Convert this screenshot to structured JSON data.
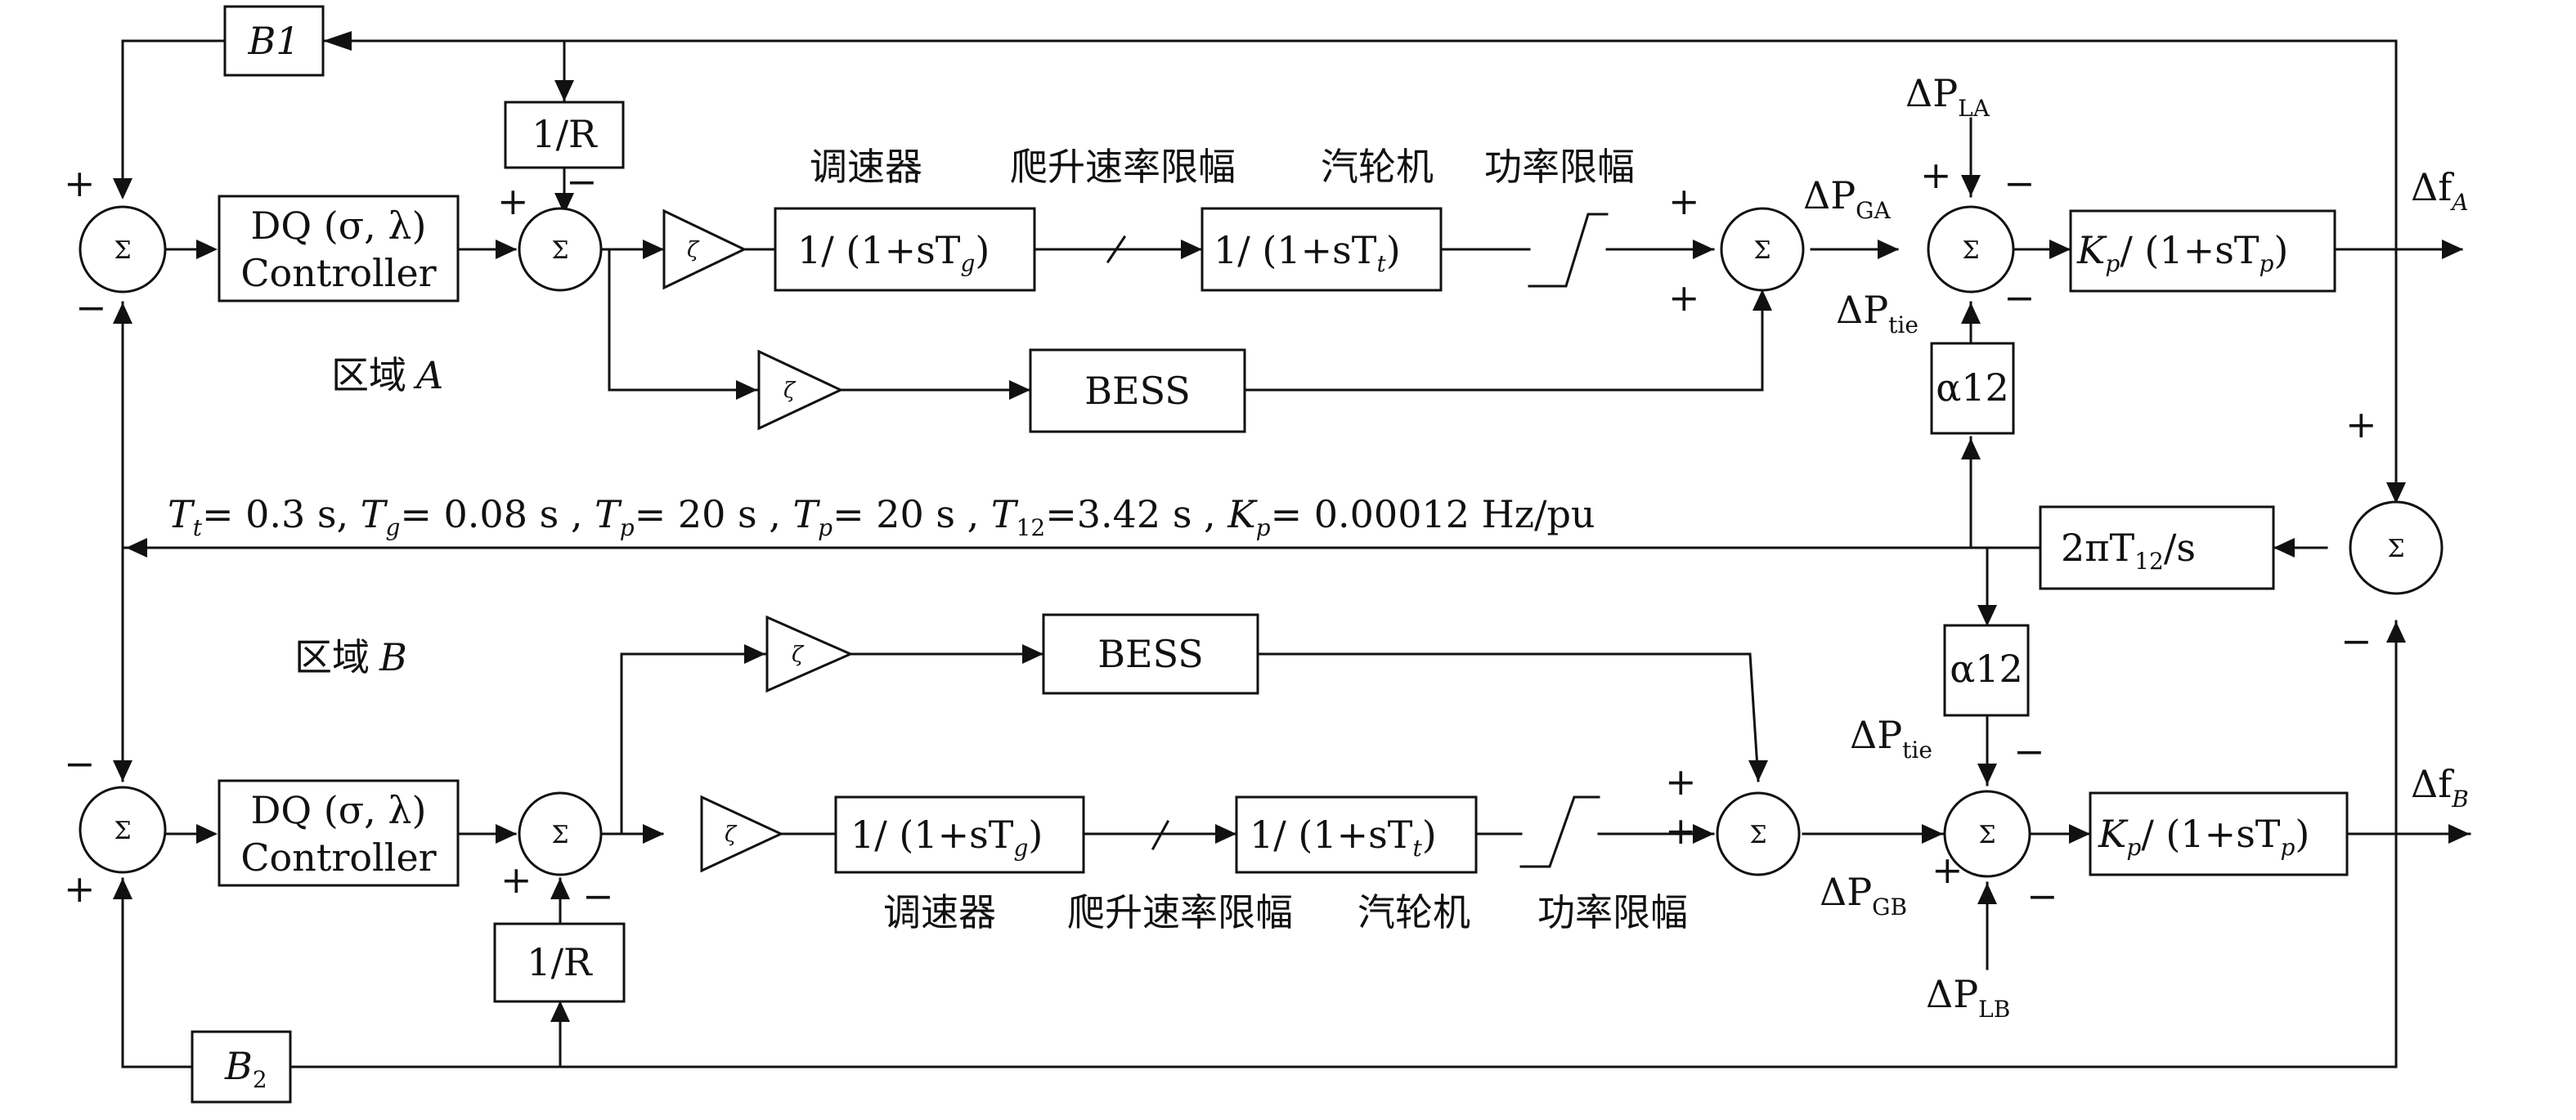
{
  "gain_blocks": {
    "b1": "B1",
    "b2_base": "B",
    "b2_sub": "2",
    "r_top": "1/R",
    "r_bottom": "1/R",
    "alpha_top": "α12",
    "alpha_bottom": "α12",
    "sync_main": "2πT",
    "sync_sub": "12",
    "sync_tail": "/s"
  },
  "controllers": {
    "a_line1": "DQ (σ, λ)",
    "a_line2": "Controller",
    "b_line1": "DQ (σ, λ)",
    "b_line2": "Controller"
  },
  "sum_symbol": "Σ",
  "amp_symbol": "ζ",
  "area_a": {
    "label": "区域",
    "letter": "A",
    "governor_tf": "1/ (1+sT",
    "governor_sub": "g",
    "turbine_tf": "1/ (1+sT",
    "turbine_sub": "t",
    "bess": "BESS",
    "power_system_tf_k": "K",
    "power_system_tf_ksub": "p",
    "power_system_tf_rest": "/ (1+sT",
    "power_system_tf_tsub": "p",
    "caption_governor": "调速器",
    "caption_ramp": "爬升速率限幅",
    "caption_turbine": "汽轮机",
    "caption_power": "功率限幅",
    "delta_p_load": "ΔP",
    "delta_p_load_sub": "LA",
    "delta_p_gen": "ΔP",
    "delta_p_gen_sub": "GA",
    "delta_p_tie": "ΔP",
    "delta_p_tie_sub": "tie",
    "output": "Δf",
    "output_sub": "A"
  },
  "area_b": {
    "label": "区域",
    "letter": "B",
    "governor_tf": "1/ (1+sT",
    "governor_sub": "g",
    "turbine_tf": "1/ (1+sT",
    "turbine_sub": "t",
    "bess": "BESS",
    "power_system_tf_k": "K",
    "power_system_tf_ksub": "p",
    "power_system_tf_rest": "/ (1+sT",
    "power_system_tf_tsub": "p",
    "caption_governor": "调速器",
    "caption_ramp": "爬升速率限幅",
    "caption_turbine": "汽轮机",
    "caption_power": "功率限幅",
    "delta_p_load": "ΔP",
    "delta_p_load_sub": "LB",
    "delta_p_gen": "ΔP",
    "delta_p_gen_sub": "GB",
    "delta_p_tie": "ΔP",
    "delta_p_tie_sub": "tie",
    "output": "Δf",
    "output_sub": "B"
  },
  "parameters": {
    "tt_sym": "T",
    "tt_sub": "t",
    "tt_val": "= 0.3 s,",
    "tg_sym": "T",
    "tg_sub": "g",
    "tg_val": "= 0.08 s ,",
    "tp1_sym": "T",
    "tp1_sub": "p",
    "tp1_val": "= 20 s ,",
    "tp2_sym": "T",
    "tp2_sub": "p",
    "tp2_val": "= 20 s ,",
    "t12_sym": "T",
    "t12_sub": "12",
    "t12_val": "=3.42 s ,",
    "kp_sym": "K",
    "kp_sub": "p",
    "kp_val": "= 0.00012 Hz/pu"
  },
  "signs": {
    "plus": "+",
    "minus": "−"
  }
}
